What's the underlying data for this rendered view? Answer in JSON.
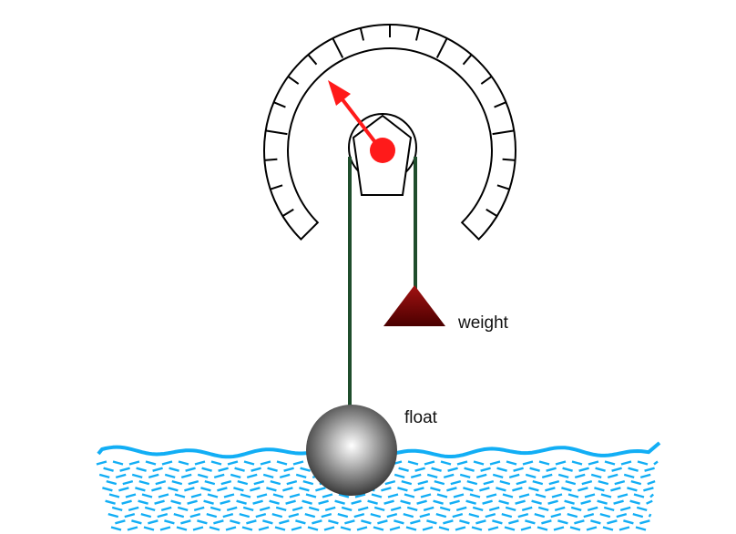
{
  "labels": {
    "weight": "weight",
    "float": "float"
  },
  "colors": {
    "gauge_outline": "#000000",
    "needle": "#ff1a1a",
    "rope": "#1f4d2c",
    "weight_fill": "#8b0000",
    "float_fill": "#6e6e6e",
    "water_surface": "#12aef5",
    "water_ripples": "#12aef5"
  },
  "gauge": {
    "major_ticks": 5,
    "minor_ticks": 20,
    "needle_direction": "upper-left"
  }
}
